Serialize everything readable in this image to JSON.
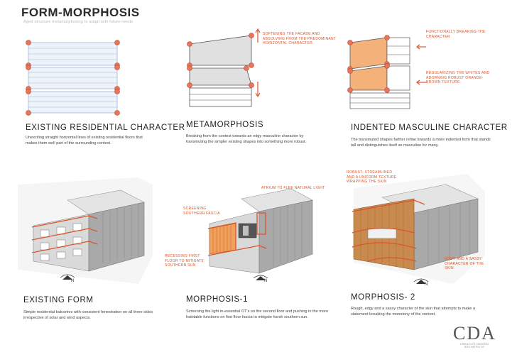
{
  "page": {
    "title": "FORM-MORPHOSIS",
    "subtitle": "Aged structure metamorphosing to adapt with future needs"
  },
  "panels": [
    {
      "heading": "EXISTING RESIDENTIAL CHARACTER",
      "description": "Unexciting straight horizontal lines of existing residential floors that makes them well part of the surrounding context."
    },
    {
      "heading": "METAMORPHOSIS",
      "description": "Breaking from the context towards an edgy masculine character by transmuting the simpler existing shapes into something more robust.",
      "annotation": "SOFTENING THE FACADE AND ABSOLVING FROM THE PREDOMINANT HORIZONTAL CHARACTER."
    },
    {
      "heading": "INDENTED MASCULINE CHARACTER",
      "description": "The transmuted shapes further refine towards a more indented form that stands tall and distinguishes itself as masculine for many.",
      "annotation_top": "FUNCTIONALLY BREAKING THE CHARACTER",
      "annotation_bottom": "REGULARIZING THE WHITES AND ADORNING ROBUST ORANGE-BROWN TEXTURE."
    },
    {
      "heading": "EXISTING FORM",
      "description": "Simple residential balconies with consistent fenestration on all three sides irrespective of solar and wind aspects."
    },
    {
      "heading": "MORPHOSIS-1",
      "description": "Screening the light in-essential OT's on the second floor and pushing in the more habitable functions on first floor fascia to mitigate harsh southern sun.",
      "annotation_a": "SCREENING SOUTHERN FASCIA",
      "annotation_b": "ATRIUM TO FLEE NATURAL LIGHT",
      "annotation_c": "RECESSING FIRST FLOOR TO MITIGATE SOUTHERN SUN"
    },
    {
      "heading": "MORPHOSIS- 2",
      "description": "Rough, edgy and a sassy character of the skin that attempts to make a statement breaking the monotony of the context.",
      "annotation_a": "ROBUST, STREAMLINED AND A UNIFORM TEXTURE WRAPPING THE SKIN",
      "annotation_b": "EDGY AND A SASSY CHARACTER OF THE SKIN"
    }
  ],
  "compass_label": "N",
  "logo": {
    "mark": "CDA",
    "sub": "CREATIVE DESIGN ARCHITECTS"
  },
  "colors": {
    "accent": "#d9552c",
    "orange_fill": "#f4b27a",
    "blue_lines": "#9fb7d6",
    "grey_fill": "#d9d9d9"
  }
}
